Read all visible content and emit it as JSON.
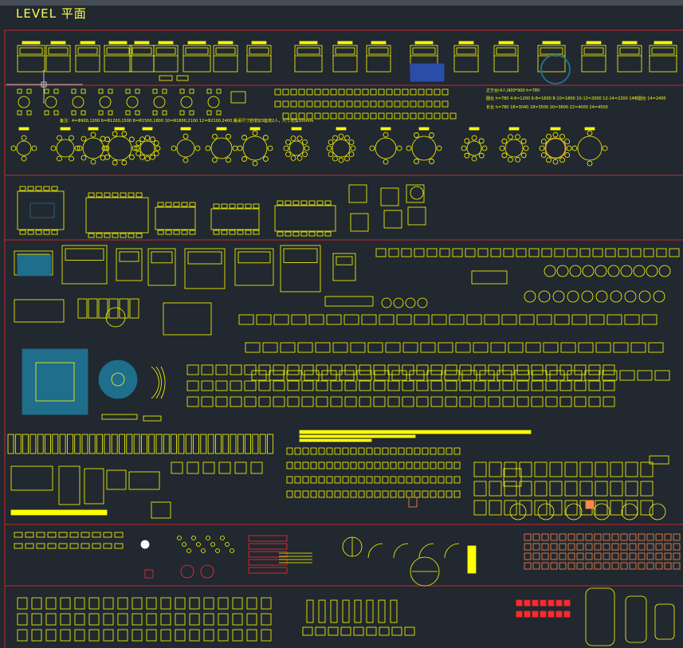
{
  "drawing": {
    "title": "LEVEL 平面",
    "notes": {
      "dining_sizes": "备注：4=Φ900,1200  6=Φ1200,1500  8=Φ1500,1800  10=Φ1800,2100  12=Φ2100,2400,餐桌尺寸若增加3座增2人，尺寸增加300mm",
      "square_row1": "正方台(4人)900*900 h=780",
      "square_row2": "圆台 h=780    4-6=1200  6-8=1600  8-10=1800  10-12=2000  12-14=2200   14到圆台 14=2400",
      "square_row3": "长台 h=780     18=3040  18=3500  20=3600  22=4000  24=4500"
    },
    "colors": {
      "background": "#212830",
      "linework": "#ffff00",
      "section_border": "#c82828",
      "ucs_crosshair": "#e6e6e6",
      "rug_blue": "#1e6e8c",
      "accent_orange": "#ff8a4a",
      "accent_red": "#ff2a2a",
      "accent_blue": "#2a4ea8"
    },
    "ui": {
      "ucs_icon": "crosshair-icon"
    }
  }
}
